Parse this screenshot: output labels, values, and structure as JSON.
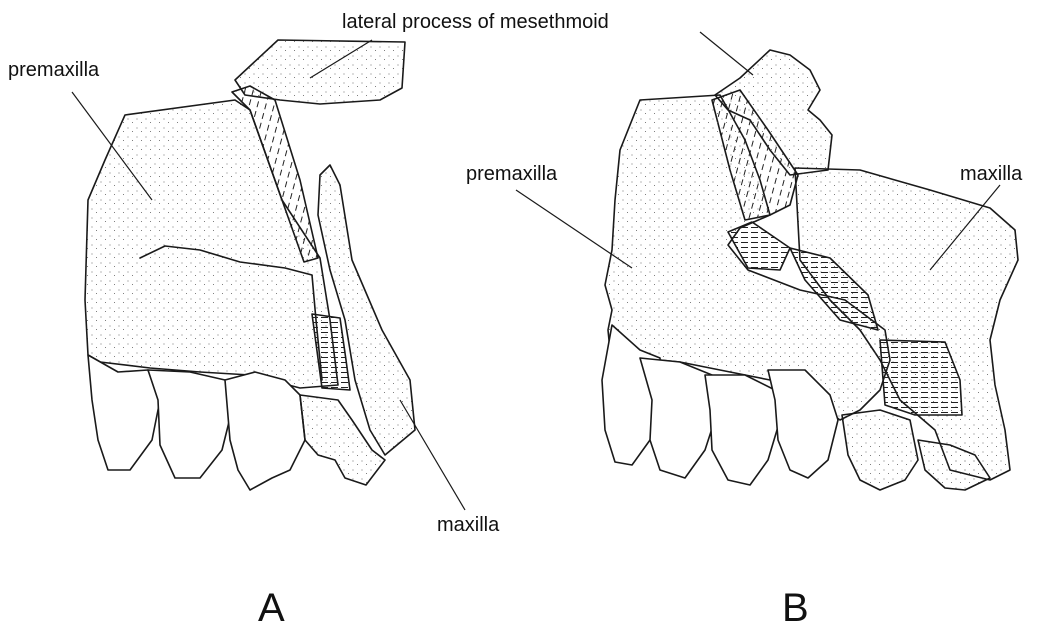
{
  "figure": {
    "panel_a": {
      "letter": "A",
      "labels": {
        "premaxilla": "premaxilla",
        "lateral_process": "lateral process of mesethmoid",
        "maxilla": "maxilla"
      }
    },
    "panel_b": {
      "letter": "B",
      "labels": {
        "premaxilla": "premaxilla",
        "maxilla": "maxilla"
      }
    }
  }
}
